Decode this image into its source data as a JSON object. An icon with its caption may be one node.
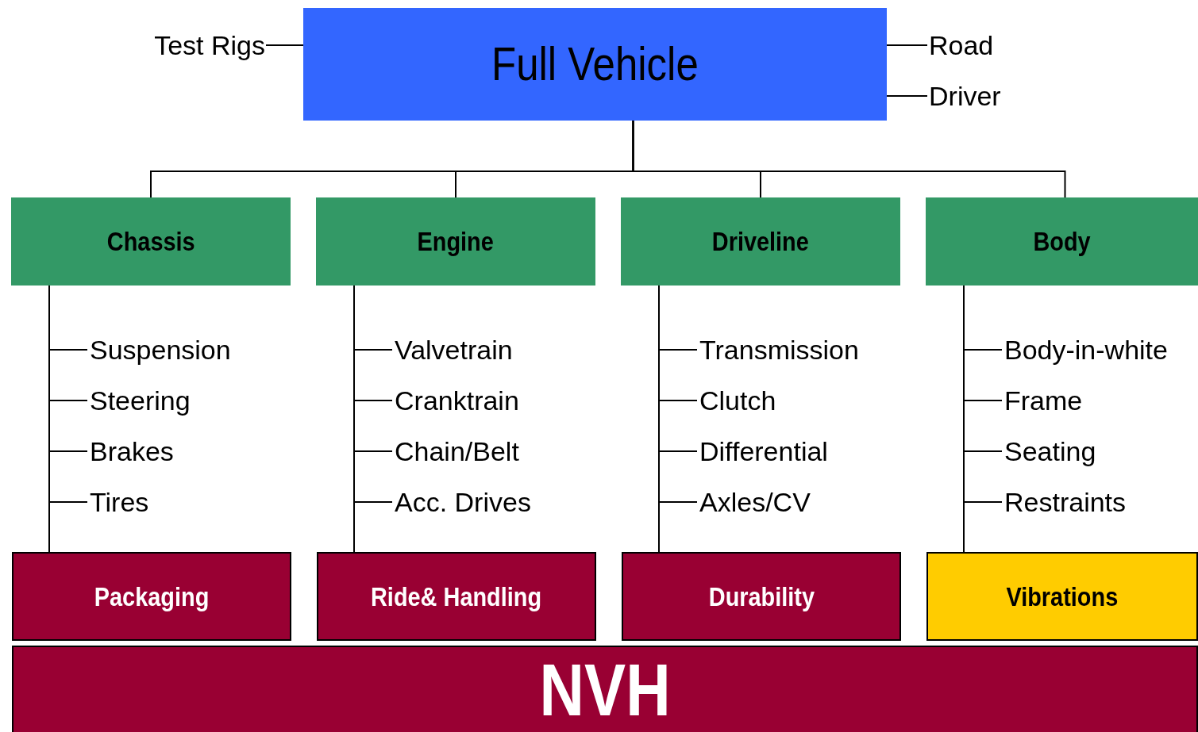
{
  "diagram": {
    "nodes": [
      {
        "text": [
          "Full Vehicle"
        ]
      },
      {
        "text": [
          "Test Rigs"
        ]
      },
      {
        "text": [
          "Road"
        ]
      },
      {
        "text": [
          "Driver"
        ]
      },
      {
        "text": [
          "Chassis"
        ]
      },
      {
        "text": [
          "Engine"
        ]
      },
      {
        "text": [
          "Driveline"
        ]
      },
      {
        "text": [
          "Body"
        ]
      },
      {
        "text": [
          "Suspension"
        ]
      },
      {
        "text": [
          "Steering"
        ]
      },
      {
        "text": [
          "Brakes"
        ]
      },
      {
        "text": [
          "Tires"
        ]
      },
      {
        "text": [
          "Valvetrain"
        ]
      },
      {
        "text": [
          "Cranktrain"
        ]
      },
      {
        "text": [
          "Chain/Belt"
        ]
      },
      {
        "text": [
          "Acc. Drives"
        ]
      },
      {
        "text": [
          "Transmission"
        ]
      },
      {
        "text": [
          "Clutch"
        ]
      },
      {
        "text": [
          "Differential"
        ]
      },
      {
        "text": [
          "Axles/CV"
        ]
      },
      {
        "text": [
          "Body-in-white"
        ]
      },
      {
        "text": [
          "Frame"
        ]
      },
      {
        "text": [
          "Seating"
        ]
      },
      {
        "text": [
          "Restraints"
        ]
      },
      {
        "text": [
          "Packaging"
        ]
      },
      {
        "text": [
          "Ride& Handling"
        ]
      },
      {
        "text": [
          "Durability"
        ]
      },
      {
        "text": [
          "Vibrations"
        ]
      },
      {
        "text": [
          "NVH"
        ]
      }
    ],
    "edges": [
      {
        "from": 1,
        "to": 0,
        "arrow": "none"
      },
      {
        "from": 0,
        "to": 2,
        "arrow": "none"
      },
      {
        "from": 0,
        "to": 3,
        "arrow": "none"
      },
      {
        "from": 0,
        "to": 4,
        "arrow": "none"
      },
      {
        "from": 0,
        "to": 5,
        "arrow": "none"
      },
      {
        "from": 0,
        "to": 6,
        "arrow": "none"
      },
      {
        "from": 0,
        "to": 7,
        "arrow": "none"
      },
      {
        "from": 4,
        "to": 8,
        "arrow": "none"
      },
      {
        "from": 4,
        "to": 9,
        "arrow": "none"
      },
      {
        "from": 4,
        "to": 10,
        "arrow": "none"
      },
      {
        "from": 4,
        "to": 11,
        "arrow": "none"
      },
      {
        "from": 4,
        "to": 24,
        "arrow": "none"
      },
      {
        "from": 5,
        "to": 12,
        "arrow": "none"
      },
      {
        "from": 5,
        "to": 13,
        "arrow": "none"
      },
      {
        "from": 5,
        "to": 14,
        "arrow": "none"
      },
      {
        "from": 5,
        "to": 15,
        "arrow": "none"
      },
      {
        "from": 5,
        "to": 25,
        "arrow": "none"
      },
      {
        "from": 6,
        "to": 16,
        "arrow": "none"
      },
      {
        "from": 6,
        "to": 17,
        "arrow": "none"
      },
      {
        "from": 6,
        "to": 18,
        "arrow": "none"
      },
      {
        "from": 6,
        "to": 19,
        "arrow": "none"
      },
      {
        "from": 6,
        "to": 26,
        "arrow": "none"
      },
      {
        "from": 7,
        "to": 20,
        "arrow": "none"
      },
      {
        "from": 7,
        "to": 21,
        "arrow": "none"
      },
      {
        "from": 7,
        "to": 22,
        "arrow": "none"
      },
      {
        "from": 7,
        "to": 23,
        "arrow": "none"
      },
      {
        "from": 7,
        "to": 27,
        "arrow": "none"
      }
    ]
  }
}
